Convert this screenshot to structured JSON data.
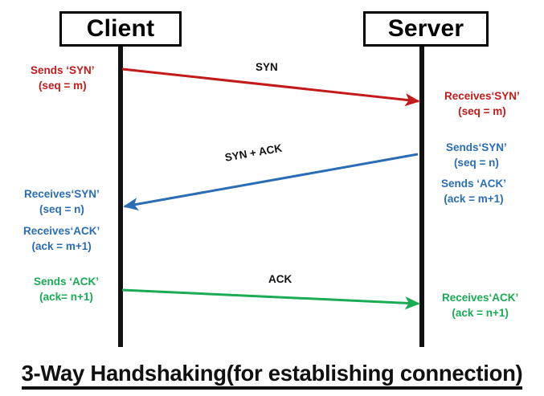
{
  "diagram": {
    "title": "3-Way Handshaking(for establishing connection)",
    "participants": {
      "client": "Client",
      "server": "Server"
    },
    "colors": {
      "syn": "#c31a1a",
      "syn_ack": "#2a6db5",
      "ack": "#1aab54",
      "lifeline": "#121212",
      "text": "#111111"
    },
    "messages": [
      {
        "label": "SYN",
        "direction": "client-to-server",
        "color": "#c31a1a"
      },
      {
        "label": "SYN + ACK",
        "direction": "server-to-client",
        "color": "#2a6db5"
      },
      {
        "label": "ACK",
        "direction": "client-to-server",
        "color": "#1aab54"
      }
    ],
    "notes": {
      "client_sends_syn": {
        "line1": "Sends ‘SYN’",
        "line2": "(seq = m)"
      },
      "server_receives_syn": {
        "line1": "Receives‘SYN’",
        "line2": "(seq = m)"
      },
      "server_sends_syn": {
        "line1": "Sends‘SYN’",
        "line2": "(seq = n)"
      },
      "server_sends_ack": {
        "line1": "Sends ‘ACK’",
        "line2": "(ack = m+1)"
      },
      "client_receives_syn": {
        "line1": "Receives‘SYN’",
        "line2": "(seq = n)"
      },
      "client_receives_ack": {
        "line1": "Receives‘ACK’",
        "line2": "(ack = m+1)"
      },
      "client_sends_ack": {
        "line1": "Sends ‘ACK’",
        "line2": "(ack= n+1)"
      },
      "server_receives_ack": {
        "line1": "Receives‘ACK’",
        "line2": "(ack = n+1)"
      }
    }
  }
}
